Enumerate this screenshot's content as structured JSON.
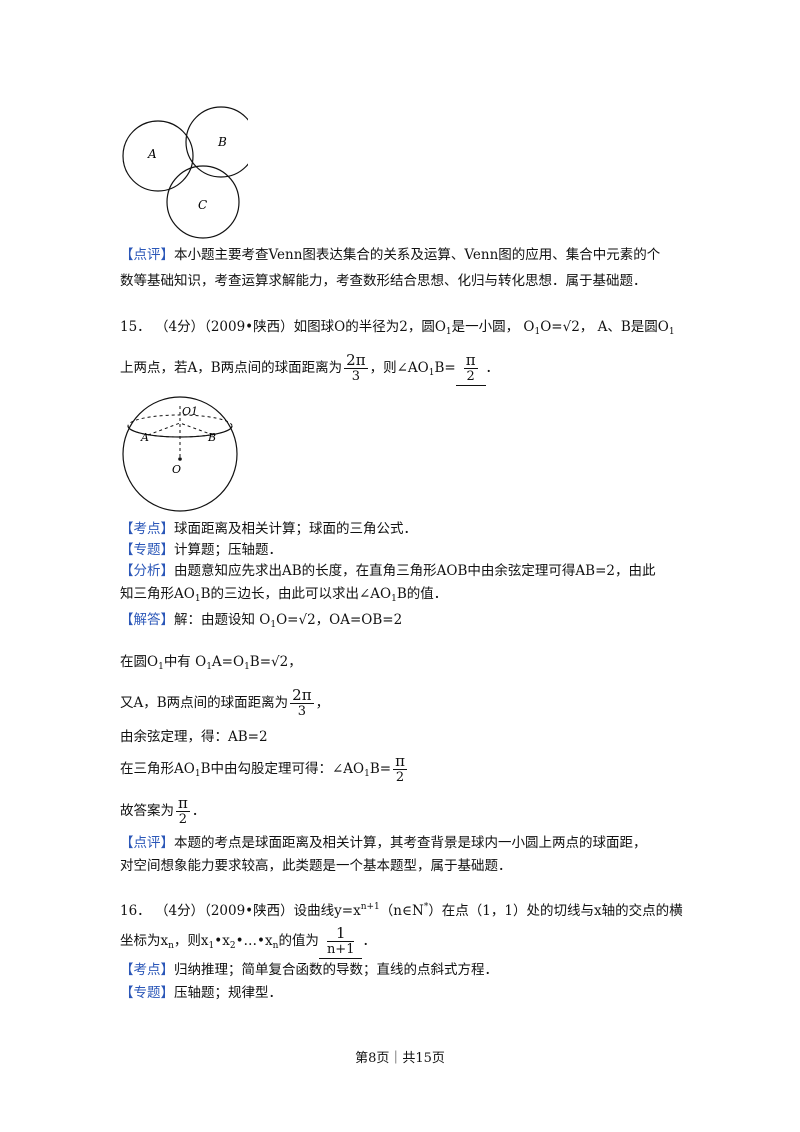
{
  "venn": {
    "labels": [
      "A",
      "B",
      "C"
    ]
  },
  "comment14": {
    "tag": "【点评】",
    "line1": "本小题主要考查Venn图表达集合的关系及运算、Venn图的应用、集合中元素的个",
    "line2": "数等基础知识，考查运算求解能力，考查数形结合思想、化归与转化思想．属于基础题．"
  },
  "q15": {
    "number": "15．",
    "score": "（4分）",
    "source": "（2009•陕西）",
    "stem1": "如图球O的半径为2，圆O",
    "stem1b": "是一小圆，",
    "o1o": "O",
    "o1o_b": "O=√2，",
    "stem1c": "A、B是圆O",
    "stem2a": "上两点，若A，B两点间的球面距离为",
    "frac_num": "2π",
    "frac_den": "3",
    "stem2b": "，则∠AO",
    "stem2c": "B=",
    "ans_num": "π",
    "ans_den": "2",
    "stem2d": "．",
    "sub1": "1",
    "figure_labels": {
      "o1": "O1",
      "a": "A",
      "b": "B",
      "o": "O"
    },
    "kaodian_tag": "【考点】",
    "kaodian": "球面距离及相关计算；球面的三角公式．",
    "zhuanti_tag": "【专题】",
    "zhuanti": "计算题；压轴题．",
    "fenxi_tag": "【分析】",
    "fenxi1": "由题意知应先求出AB的长度，在直角三角形AOB中由余弦定理可得AB=2，由此",
    "fenxi2a": "知三角形AO",
    "fenxi2b": "B的三边长，由此可以求出∠AO",
    "fenxi2c": "B的值．",
    "jieda_tag": "【解答】",
    "jieda1a": "解：由题设知",
    "jieda1b": "O",
    "jieda1c": "O=√2，OA=OB=2",
    "step2a": "在圆O",
    "step2b": "中有",
    "step2c": "O",
    "step2d": "A=O",
    "step2e": "B=√2，",
    "step3a": "又A，B两点间的球面距离为",
    "step3_num": "2π",
    "step3_den": "3",
    "step3b": "，",
    "step4": "由余弦定理，得：AB=2",
    "step5a": "在三角形AO",
    "step5b": "B中由勾股定理可得：∠AO",
    "step5c": "B=",
    "step5_num": "π",
    "step5_den": "2",
    "step6a": "故答案为",
    "step6_num": "π",
    "step6_den": "2",
    "step6b": "．",
    "dianping_tag": "【点评】",
    "dianping1": "本题的考点是球面距离及相关计算，其考查背景是球内一小圆上两点的球面距，",
    "dianping2": "对空间想象能力要求较高，此类题是一个基本题型，属于基础题．"
  },
  "q16": {
    "number": "16．",
    "score": "（4分）",
    "source": "（2009•陕西）",
    "stem1a": "设曲线y=x",
    "stem1sup": "n+1",
    "stem1b": "（n∈N",
    "stem1sup2": "*",
    "stem1c": "）在点（1，1）处的切线与x轴的交点的横",
    "stem2a": "坐标为x",
    "stem2sub": "n",
    "stem2b": "，则x",
    "stem2c": "•x",
    "stem2d": "•…•x",
    "stem2e": "的值为",
    "sub1": "1",
    "sub2": "2",
    "ans_num": "1",
    "ans_den": "n+1",
    "stem2f": "．",
    "kaodian_tag": "【考点】",
    "kaodian": "归纳推理；简单复合函数的导数；直线的点斜式方程．",
    "zhuanti_tag": "【专题】",
    "zhuanti": "压轴题；规律型．"
  },
  "footer": "第8页｜共15页"
}
